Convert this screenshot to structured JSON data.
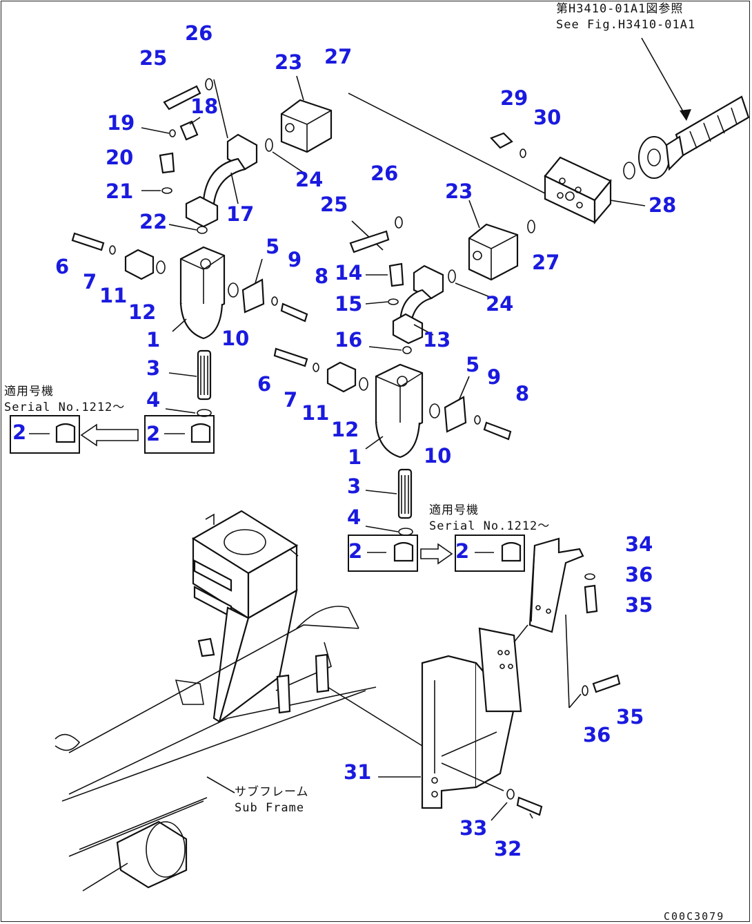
{
  "refs": {
    "top_right_jp": "第H3410-01A1図参照",
    "top_right_en": "See Fig.H3410-01A1",
    "serial_left_jp": "適用号機",
    "serial_left_en": "Serial No.1212～",
    "serial_mid_jp": "適用号機",
    "serial_mid_en": "Serial No.1212～",
    "subframe_jp": "サブフレーム",
    "subframe_en": "Sub Frame",
    "drawing_code": "C00C3079"
  },
  "callouts": [
    {
      "id": "c26a",
      "text": "26"
    },
    {
      "id": "c25a",
      "text": "25"
    },
    {
      "id": "c23a",
      "text": "23"
    },
    {
      "id": "c27a",
      "text": "27"
    },
    {
      "id": "c18",
      "text": "18"
    },
    {
      "id": "c19",
      "text": "19"
    },
    {
      "id": "c20",
      "text": "20"
    },
    {
      "id": "c21",
      "text": "21"
    },
    {
      "id": "c24a",
      "text": "24"
    },
    {
      "id": "c17",
      "text": "17"
    },
    {
      "id": "c22",
      "text": "22"
    },
    {
      "id": "c29",
      "text": "29"
    },
    {
      "id": "c30",
      "text": "30"
    },
    {
      "id": "c28",
      "text": "28"
    },
    {
      "id": "c26b",
      "text": "26"
    },
    {
      "id": "c25b",
      "text": "25"
    },
    {
      "id": "c23b",
      "text": "23"
    },
    {
      "id": "c27b",
      "text": "27"
    },
    {
      "id": "c24b",
      "text": "24"
    },
    {
      "id": "c6a",
      "text": "6"
    },
    {
      "id": "c7a",
      "text": "7"
    },
    {
      "id": "c11a",
      "text": "11"
    },
    {
      "id": "c12a",
      "text": "12"
    },
    {
      "id": "c1a",
      "text": "1"
    },
    {
      "id": "c5a",
      "text": "5"
    },
    {
      "id": "c9a",
      "text": "9"
    },
    {
      "id": "c8a",
      "text": "8"
    },
    {
      "id": "c10a",
      "text": "10"
    },
    {
      "id": "c14",
      "text": "14"
    },
    {
      "id": "c15",
      "text": "15"
    },
    {
      "id": "c16",
      "text": "16"
    },
    {
      "id": "c13",
      "text": "13"
    },
    {
      "id": "c3a",
      "text": "3"
    },
    {
      "id": "c4a",
      "text": "4"
    },
    {
      "id": "c2a",
      "text": "2"
    },
    {
      "id": "c2b",
      "text": "2"
    },
    {
      "id": "c6b",
      "text": "6"
    },
    {
      "id": "c7b",
      "text": "7"
    },
    {
      "id": "c11b",
      "text": "11"
    },
    {
      "id": "c12b",
      "text": "12"
    },
    {
      "id": "c1b",
      "text": "1"
    },
    {
      "id": "c5b",
      "text": "5"
    },
    {
      "id": "c9b",
      "text": "9"
    },
    {
      "id": "c8b",
      "text": "8"
    },
    {
      "id": "c10b",
      "text": "10"
    },
    {
      "id": "c3b",
      "text": "3"
    },
    {
      "id": "c4b",
      "text": "4"
    },
    {
      "id": "c2c",
      "text": "2"
    },
    {
      "id": "c2d",
      "text": "2"
    },
    {
      "id": "c34",
      "text": "34"
    },
    {
      "id": "c36a",
      "text": "36"
    },
    {
      "id": "c35a",
      "text": "35"
    },
    {
      "id": "c35b",
      "text": "35"
    },
    {
      "id": "c36b",
      "text": "36"
    },
    {
      "id": "c31",
      "text": "31"
    },
    {
      "id": "c33",
      "text": "33"
    },
    {
      "id": "c32",
      "text": "32"
    }
  ]
}
